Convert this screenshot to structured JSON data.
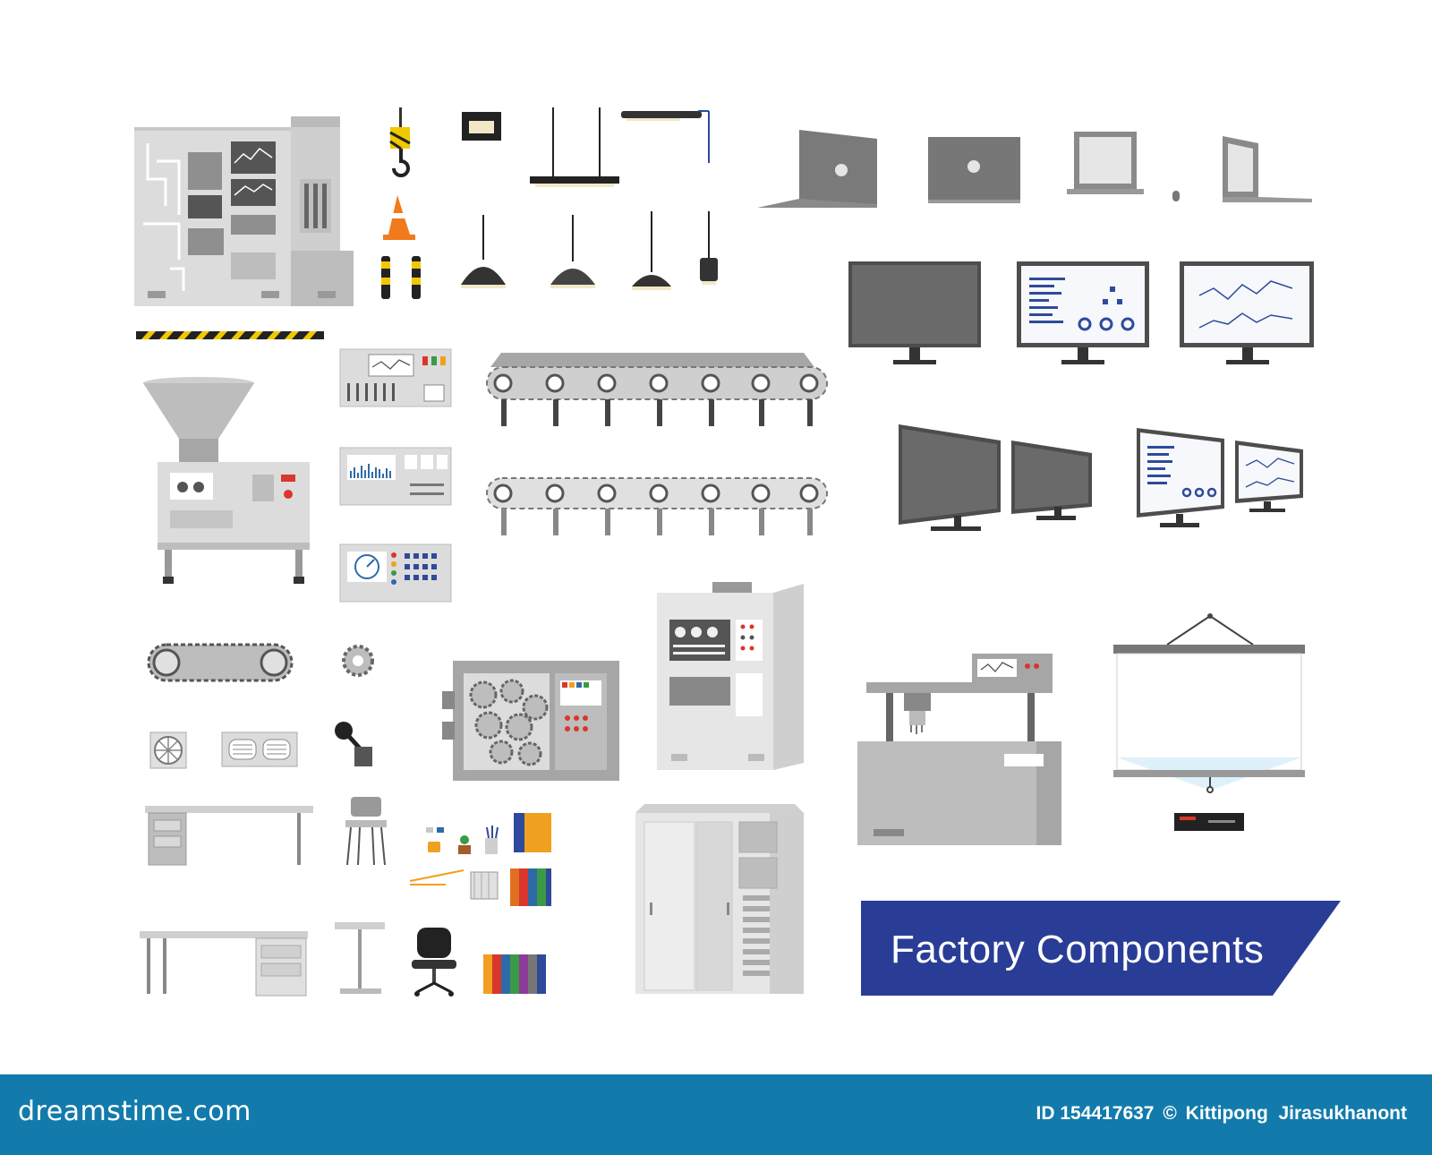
{
  "banner": {
    "title": "Factory Components",
    "color": "#2a3d96"
  },
  "footer": {
    "brand": "dreamstime.com",
    "id_label": "ID 154417637",
    "copyright": "©",
    "author": "Kittipong  Jirasukhanont",
    "color": "#127bac"
  },
  "icons": [
    "control-cabinet-icon",
    "crane-hook-icon",
    "traffic-cone-icon",
    "bollard-icon",
    "ceiling-light-icon",
    "pendant-lamp-icon",
    "laptop-icon",
    "monitor-icon",
    "dashboard-monitor-icon",
    "hopper-machine-icon",
    "control-panel-icon",
    "conveyor-belt-icon",
    "chain-sprocket-icon",
    "gear-icon",
    "ventilation-fan-icon",
    "joystick-icon",
    "gearbox-machine-icon",
    "server-cabinet-icon",
    "workbench-machine-icon",
    "projector-screen-icon",
    "projector-icon",
    "desk-icon",
    "chair-icon",
    "office-supplies-icon",
    "binder-icon",
    "locker-cabinet-icon",
    "office-chair-icon",
    "bar-table-icon"
  ]
}
